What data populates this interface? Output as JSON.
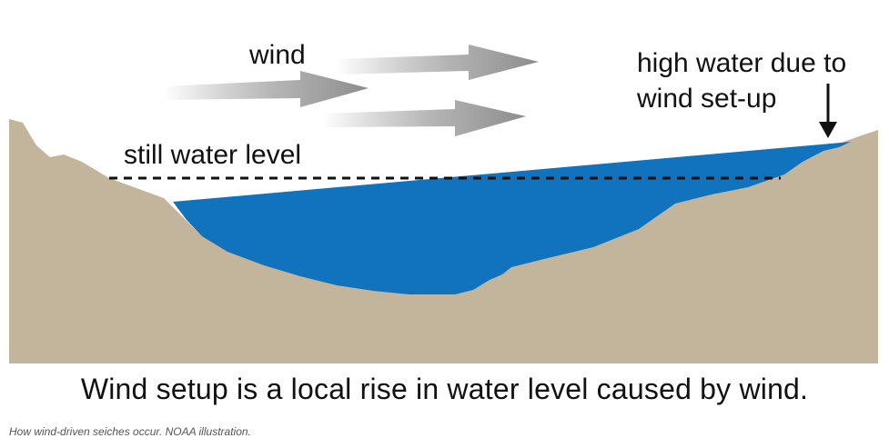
{
  "labels": {
    "wind": "wind",
    "high_water_line1": "high water due to",
    "high_water_line2": "wind set-up",
    "still_water": "still water level"
  },
  "caption": "Wind setup is a local rise in water level caused by wind.",
  "credit": "How wind-driven seiches occur. NOAA illustration.",
  "colors": {
    "land": "#c2b59c",
    "water": "#1173bd",
    "wind_arrow": "#8c8c8c",
    "text": "#111111"
  },
  "icons": [
    "wind-arrow-icon",
    "down-arrow-icon"
  ]
}
